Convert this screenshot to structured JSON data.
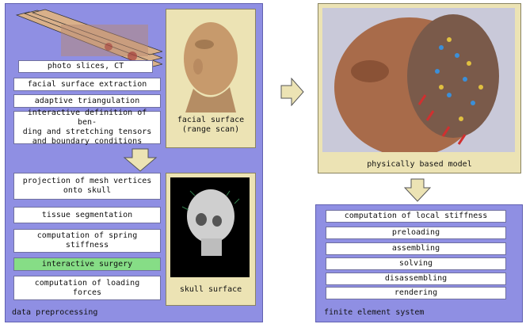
{
  "left_panel": {
    "caption": "data preprocessing",
    "upper_steps": [
      "photo slices, CT",
      "facial surface extraction",
      "adaptive triangulation",
      "interactive definition of ben-\nding and stretching tensors\nand boundary conditions"
    ],
    "face_caption": "facial surface\n(range scan)",
    "lower_steps": [
      "projection of mesh vertices\nonto skull",
      "tissue segmentation",
      "computation of spring\nstiffness",
      "interactive surgery",
      "computation of loading\nforces"
    ],
    "skull_caption": "skull surface"
  },
  "model_caption": "physically based model",
  "right_panel": {
    "caption": "finite element system",
    "steps": [
      "computation of local stiffness",
      "preloading",
      "assembling",
      "solving",
      "disassembling",
      "rendering"
    ]
  },
  "colors": {
    "panel": "#8f8fe3",
    "highlight": "#86dd86",
    "frame": "#ece3b4"
  }
}
